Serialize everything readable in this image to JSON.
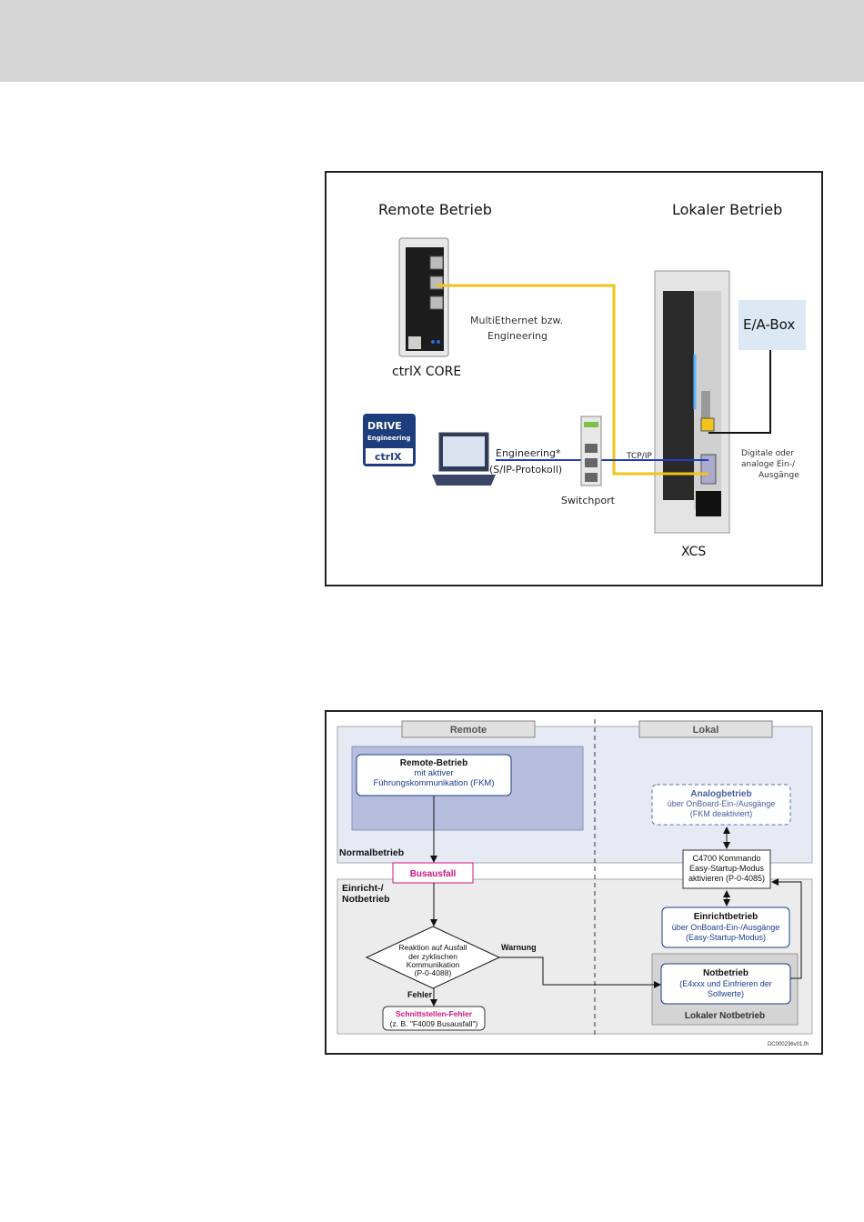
{
  "figure1": {
    "remote_title": "Remote Betrieb",
    "local_title": "Lokaler Betrieb",
    "core_label": "ctrlX CORE",
    "multiethernet_line1": "MultiEthernet bzw.",
    "multiethernet_line2": "Engineering",
    "ea_box": "E/A-Box",
    "drive_badge_line1": "DRIVE",
    "drive_badge_line2": "Engineering",
    "drive_badge_logo": "ctrlX",
    "engineering_line1": "Engineering*",
    "engineering_line2": "(S/IP-Protokoll)",
    "tcpip": "TCP/IP",
    "switchport": "Switchport",
    "digital_line1": "Digitale oder",
    "digital_line2": "analoge Ein-/",
    "digital_line3": "Ausgänge",
    "xcs": "XCS",
    "colors": {
      "ethernet_yellow": "#f2c318",
      "engineering_blue": "#1f3fbf",
      "ea_box_fill": "#dce8f4"
    }
  },
  "figure2": {
    "remote_header": "Remote",
    "lokal_header": "Lokal",
    "remote_betrieb_title": "Remote-Betrieb",
    "remote_betrieb_line2": "mit aktiver",
    "remote_betrieb_line3": "Führungskommunikation (FKM)",
    "analog_title": "Analogbetrieb",
    "analog_line2": "über OnBoard-Ein-/Ausgänge",
    "analog_line3": "(FKM deaktiviert)",
    "normalbetrieb": "Normalbetrieb",
    "c4700_line1": "C4700 Kommando",
    "c4700_line2": "Easy-Startup-Modus",
    "c4700_line3": "aktivieren (P-0-4085)",
    "busausfall": "Busausfall",
    "einricht_line1": "Einricht-/",
    "einricht_line2": "Notbetrieb",
    "einrichtbetrieb_title": "Einrichtbetrieb",
    "einrichtbetrieb_line2": "über OnBoard-Ein-/Ausgänge",
    "einrichtbetrieb_line3": "(Easy-Startup-Modus)",
    "reaktion_line1": "Reaktion auf Ausfall",
    "reaktion_line2": "der zyklischen",
    "reaktion_line3": "Kommunikation",
    "reaktion_line4": "(P-0-4088)",
    "warnung": "Warnung",
    "fehler": "Fehler",
    "notbetrieb_title": "Notbetrieb",
    "notbetrieb_line2": "(E4xxx und Einfrieren der",
    "notbetrieb_line3": "Sollwerte)",
    "lokaler_notbetrieb": "Lokaler Notbetrieb",
    "schnitt_title": "Schnittstellen-Fehler",
    "schnitt_line2": "(z. B. \"F4009 Busausfall\")",
    "file_id": "DC000236v01.fh",
    "colors": {
      "accent_magenta": "#d0157f",
      "box_blue": "#1a3c8f",
      "remote_fill": "#b6bedd",
      "normal_fill": "#e6eaf4",
      "notbetrieb_fill": "#ececec"
    }
  }
}
